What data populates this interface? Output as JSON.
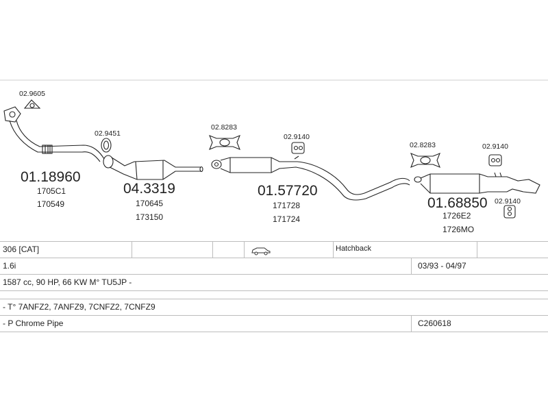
{
  "parts": {
    "p1": {
      "number": "01.18960",
      "codes": [
        "1705C1",
        "170549"
      ]
    },
    "p2": {
      "number": "04.3319",
      "codes": [
        "170645",
        "173150"
      ]
    },
    "p3": {
      "number": "01.57720",
      "codes": [
        "171728",
        "171724"
      ]
    },
    "p4": {
      "number": "01.68850",
      "codes": [
        "1726E2",
        "1726MO"
      ]
    }
  },
  "accessories": {
    "a1": "02.9605",
    "a2": "02.9451",
    "a3": "02.8283",
    "a4": "02.9140",
    "a5": "02.8283",
    "a6": "02.9140",
    "a7": "02.9140"
  },
  "table": {
    "model": "306  [CAT]",
    "body_type": "Hatchback",
    "engine": "1.6i",
    "years": "03/93 - 04/97",
    "specs": "1587 cc, 90 HP, 66 KW M° TU5JP -",
    "vin": "- T° 7ANFZ2, 7ANFZ9, 7CNFZ2, 7CNFZ9",
    "note": "- P Chrome Pipe",
    "ref": "C260618"
  }
}
